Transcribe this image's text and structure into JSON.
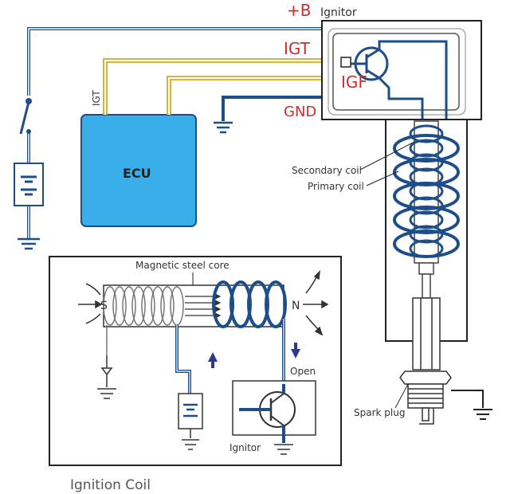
{
  "labels": {
    "plus_b": "+B",
    "ignitor_top": "Ignitor",
    "igt_red": "IGT",
    "igf": "IGF",
    "gnd": "GND",
    "igt_vertical": "IGT",
    "ecu": "ECU",
    "secondary_coil": "Secondary coil",
    "primary_coil": "Primary coil",
    "magnetic_core": "Magnetic steel  core",
    "pole_s": "S",
    "pole_n": "N",
    "open": "Open",
    "ignitor_bottom": "Ignitor",
    "spark_plug": "Spark plug",
    "caption": "Ignition Coil"
  },
  "colors": {
    "wire_blue": "#1d4e89",
    "ecu_fill": "#3aaee8",
    "label_red": "#d42a2a",
    "signal_yellow": "#d8b630",
    "arrow_navy": "#2c3a8c"
  }
}
